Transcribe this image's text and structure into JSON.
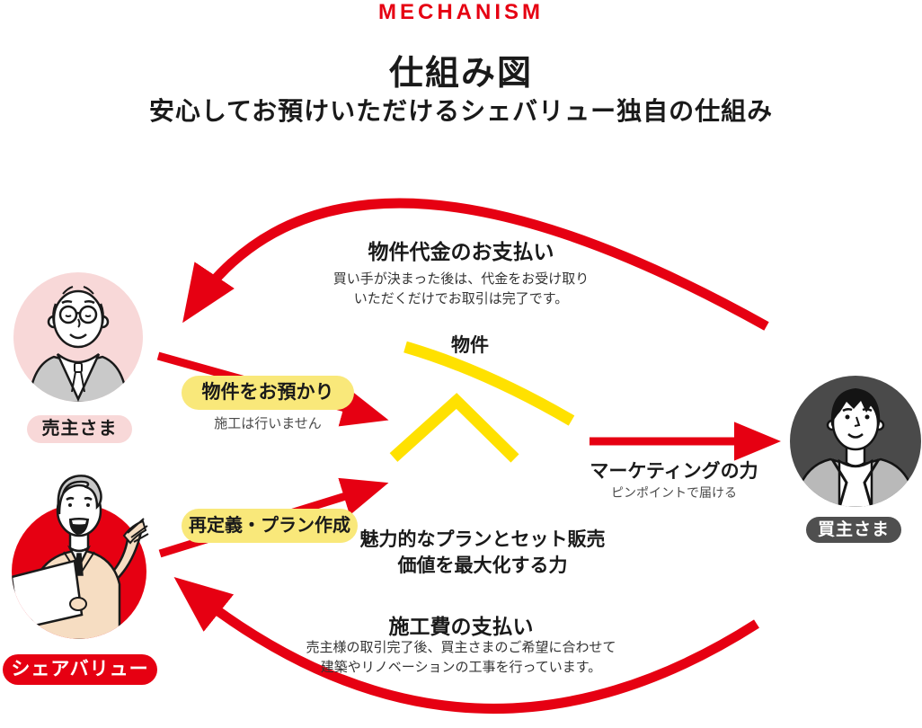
{
  "header": {
    "eyebrow": "MECHANISM",
    "title": "仕組み図",
    "subtitle": "安心してお預けいただけるシェバリュー独自の仕組み"
  },
  "actors": {
    "seller": {
      "label": "売主さま"
    },
    "sharevalue": {
      "label": "シェアバリュー"
    },
    "buyer": {
      "label": "買主さま"
    }
  },
  "flows": {
    "payment": {
      "title": "物件代金のお支払い",
      "desc_line1": "買い手が決まった後は、代金をお受け取り",
      "desc_line2": "いただくだけでお取引は完了です。"
    },
    "property": {
      "label": "物件"
    },
    "entrust": {
      "badge": "物件をお預かり",
      "note": "施工は行いません"
    },
    "redefine": {
      "badge": "再定義・プラン作成"
    },
    "marketing": {
      "title": "マーケティングの力",
      "note": "ピンポイントで届ける"
    },
    "plan_power": {
      "line1": "魅力的なプランとセット販売",
      "line2": "価値を最大化する力"
    },
    "construction": {
      "title": "施工費の支払い",
      "desc_line1": "売主様の取引完了後、買主さまのご希望に合わせて",
      "desc_line2": "建築やリノベーションの工事を行っています。"
    }
  },
  "colors": {
    "accent_red": "#e60012",
    "house_yellow": "#ffe100",
    "badge_yellow": "#f9e87a",
    "seller_pink": "#f8d8d8",
    "buyer_gray": "#4a4a4a",
    "buyer_pill_gray": "#4f4f4f",
    "suit_beige": "#f6ddc2",
    "vest_gray": "#c9c9c9",
    "jacket_gray": "#b9b9b9"
  }
}
